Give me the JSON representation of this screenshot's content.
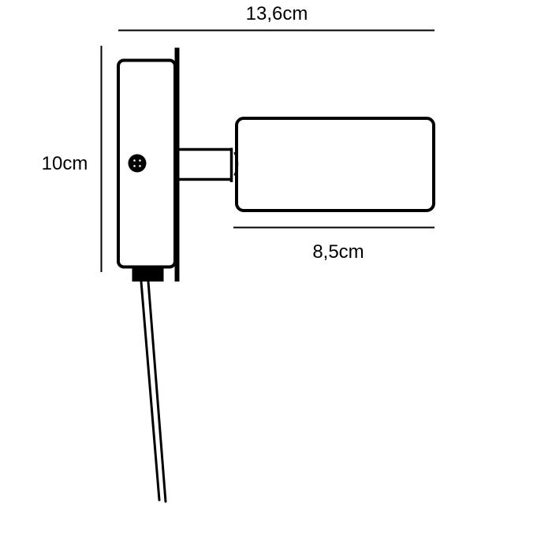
{
  "theme": {
    "line-color": "#000000",
    "background": "#ffffff",
    "text-color": "#000000"
  },
  "diagram": {
    "type": "product-dimension-drawing",
    "subject": "wall-lamp-side-view",
    "dimensions": {
      "total_width": {
        "label": "13,6cm",
        "value_cm": 13.6,
        "orientation": "horizontal",
        "position": "top"
      },
      "total_height": {
        "label": "10cm",
        "value_cm": 10,
        "orientation": "vertical",
        "position": "left"
      },
      "head_length": {
        "label": "8,5cm",
        "value_cm": 8.5,
        "orientation": "horizontal",
        "position": "below-lamp-head"
      }
    }
  }
}
